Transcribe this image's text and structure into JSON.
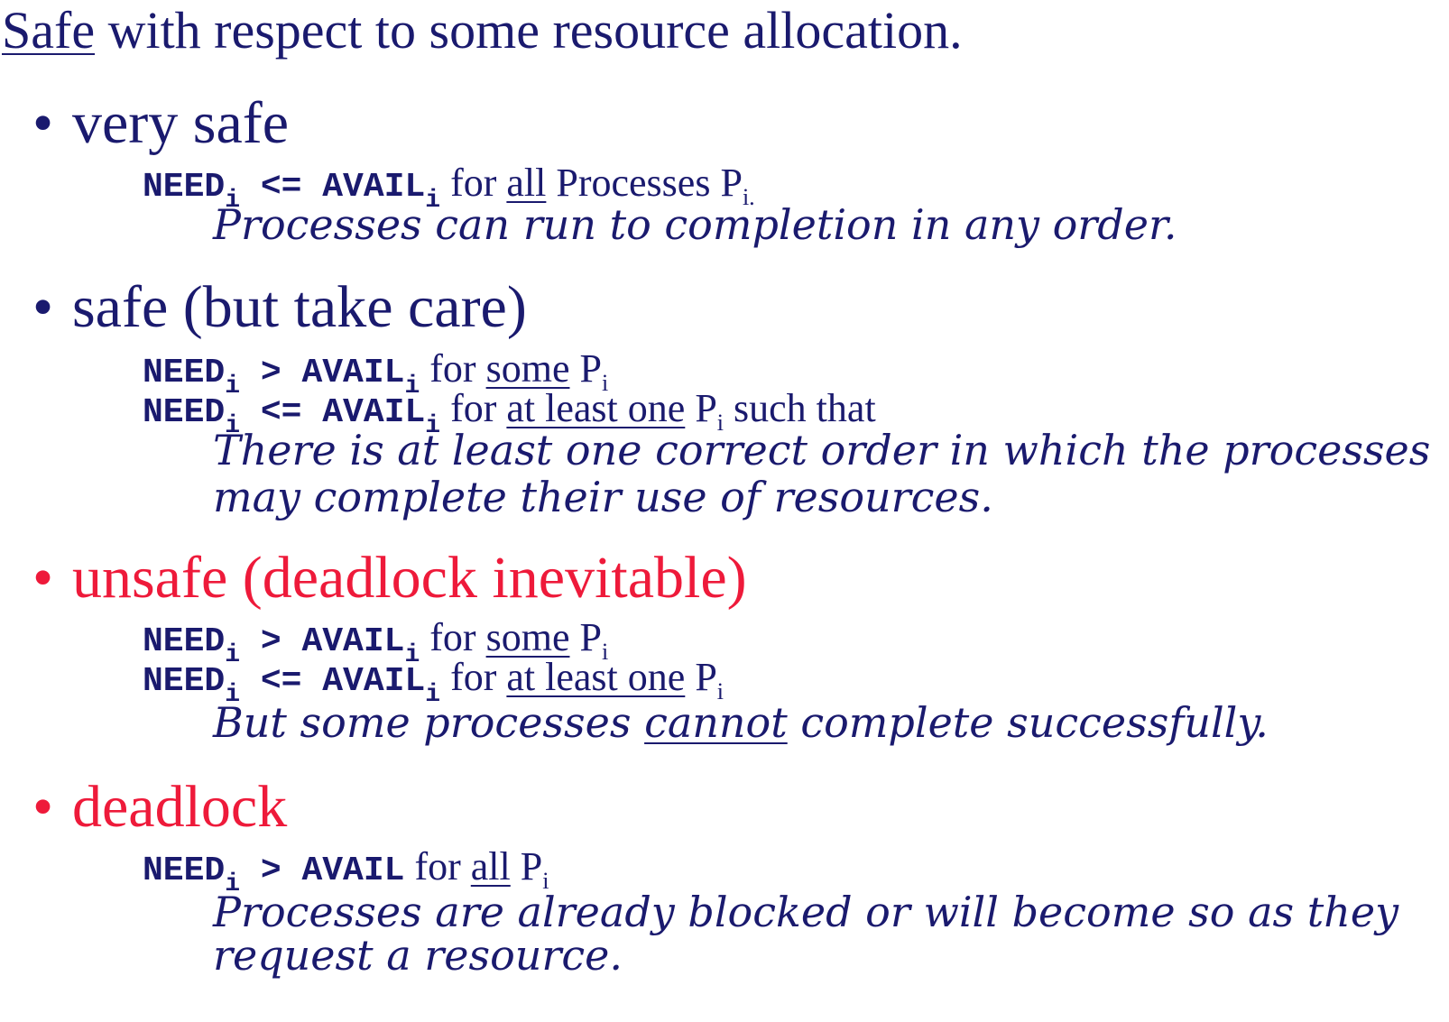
{
  "colors": {
    "text": "#1a1a6e",
    "alert": "#ee1a3a"
  },
  "heading": {
    "safe_word": "Safe",
    "rest": " with respect to some resource allocation."
  },
  "bullet_glyph": "•",
  "sub_i": "i",
  "sections": {
    "very_safe": {
      "title": "very safe",
      "cond1": {
        "need": "NEED",
        "op": " <= AVAIL",
        "t1": " for ",
        "u": "all",
        "t2": " Processes P",
        "sub_end": "i."
      },
      "note": "Processes can run to completion in any order."
    },
    "safe": {
      "title": "safe (but take care)",
      "cond1": {
        "need": "NEED",
        "op": " > AVAIL",
        "t1": " for ",
        "u": "some",
        "t2": " P"
      },
      "cond2": {
        "need": "NEED",
        "op": " <= AVAIL",
        "t1": " for ",
        "u": "at least one",
        "t2": " P",
        "t3": " such that"
      },
      "note1": "There is at least one correct order in which the processes",
      "note2": "may complete their use of resources."
    },
    "unsafe": {
      "title": "unsafe (deadlock inevitable)",
      "cond1": {
        "need": "NEED",
        "op": " > AVAIL",
        "t1": " for ",
        "u": "some",
        "t2": " P"
      },
      "cond2": {
        "need": "NEED",
        "op": " <= AVAIL",
        "t1": " for ",
        "u": "at least one",
        "t2": " P"
      },
      "note_a": "But some processes ",
      "note_u": "cannot",
      "note_b": " complete successfully."
    },
    "deadlock": {
      "title": "deadlock",
      "cond1": {
        "need": "NEED",
        "op": " > AVAIL",
        "t1": " for ",
        "u": "all",
        "t2": " P"
      },
      "note1": "Processes are already blocked or will become so as they",
      "note2": "request a resource."
    }
  }
}
